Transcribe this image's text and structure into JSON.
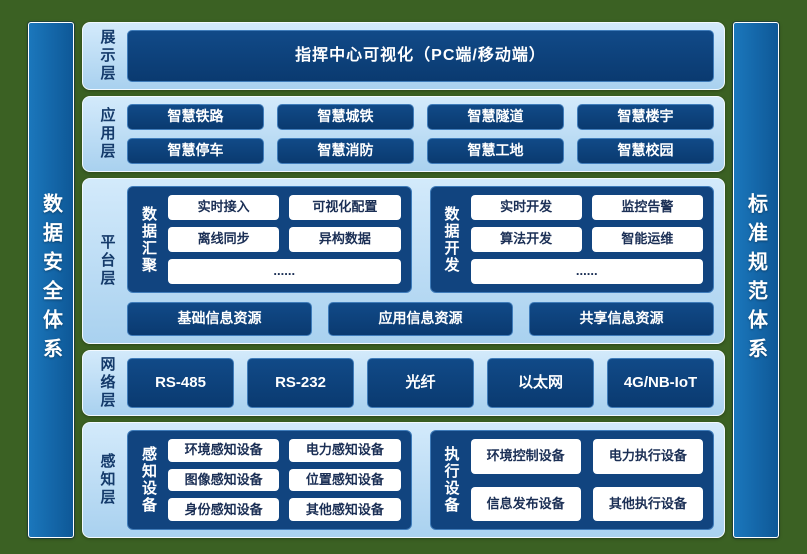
{
  "colors": {
    "background": "#3b6123",
    "band_light_1": "#d3eafb",
    "band_light_2": "#a9d1ef",
    "box_navy_1": "#114a88",
    "box_navy_2": "#0a3a70",
    "box_border": "#3f7cba",
    "panel_navy": "#11447f",
    "sidebar_blue_1": "#1b77bc",
    "sidebar_blue_2": "#0e5897",
    "label_ink": "#143a6a",
    "white_box_ink": "#1b2f55"
  },
  "sidebars": {
    "left": "数据安全体系",
    "right": "标准规范体系"
  },
  "layers": {
    "display": {
      "label": "展示层",
      "item": "指挥中心可视化（PC端/移动端）"
    },
    "application": {
      "label": "应用层",
      "items": [
        "智慧铁路",
        "智慧城铁",
        "智慧隧道",
        "智慧楼宇",
        "智慧停车",
        "智慧消防",
        "智慧工地",
        "智慧校园"
      ]
    },
    "platform": {
      "label": "平台层",
      "panels": [
        {
          "title": "数据汇聚",
          "items": [
            "实时接入",
            "可视化配置",
            "离线同步",
            "异构数据"
          ],
          "more": "......"
        },
        {
          "title": "数据开发",
          "items": [
            "实时开发",
            "监控告警",
            "算法开发",
            "智能运维"
          ],
          "more": "......"
        }
      ],
      "resources": [
        "基础信息资源",
        "应用信息资源",
        "共享信息资源"
      ]
    },
    "network": {
      "label": "网络层",
      "items": [
        "RS-485",
        "RS-232",
        "光纤",
        "以太网",
        "4G/NB-IoT"
      ]
    },
    "perception": {
      "label": "感知层",
      "panels": [
        {
          "title": "感知设备",
          "items": [
            "环境感知设备",
            "电力感知设备",
            "图像感知设备",
            "位置感知设备",
            "身份感知设备",
            "其他感知设备"
          ]
        },
        {
          "title": "执行设备",
          "items": [
            "环境控制设备",
            "电力执行设备",
            "信息发布设备",
            "其他执行设备"
          ]
        }
      ]
    }
  }
}
